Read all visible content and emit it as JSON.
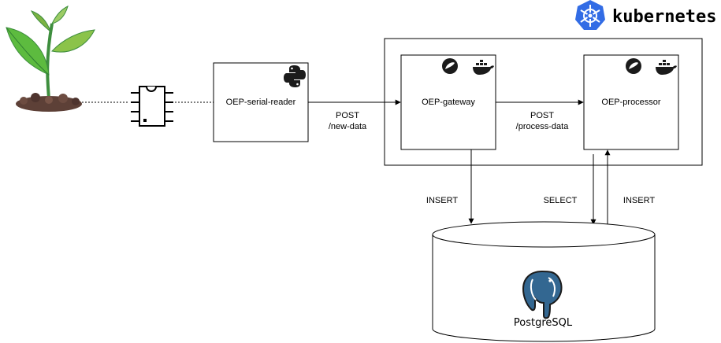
{
  "kubernetes": {
    "label": "kubernetes",
    "color": "#326CE5"
  },
  "nodes": {
    "serial_reader": {
      "label": "OEP-serial-reader",
      "icon": "python-icon"
    },
    "gateway": {
      "label": "OEP-gateway",
      "icons": [
        "spring-icon",
        "docker-icon"
      ]
    },
    "processor": {
      "label": "OEP-processor",
      "icons": [
        "spring-icon",
        "docker-icon"
      ]
    },
    "database": {
      "label": "PostgreSQL",
      "icon": "postgresql-elephant-icon"
    }
  },
  "edges": {
    "reader_to_gateway": {
      "line1": "POST",
      "line2": "/new-data"
    },
    "gateway_to_processor": {
      "line1": "POST",
      "line2": "/process-data"
    },
    "gateway_to_db": {
      "label": "INSERT"
    },
    "processor_select": {
      "label": "SELECT"
    },
    "processor_insert": {
      "label": "INSERT"
    }
  },
  "icons": {
    "plant": "plant-sprout-icon",
    "chip": "microchip-icon"
  },
  "colors": {
    "stroke": "#000000",
    "python_blue": "#3776AB",
    "python_yellow": "#FFD43B",
    "postgres_blue": "#336791",
    "plant_green": "#4CAF50",
    "soil": "#5D4037"
  }
}
